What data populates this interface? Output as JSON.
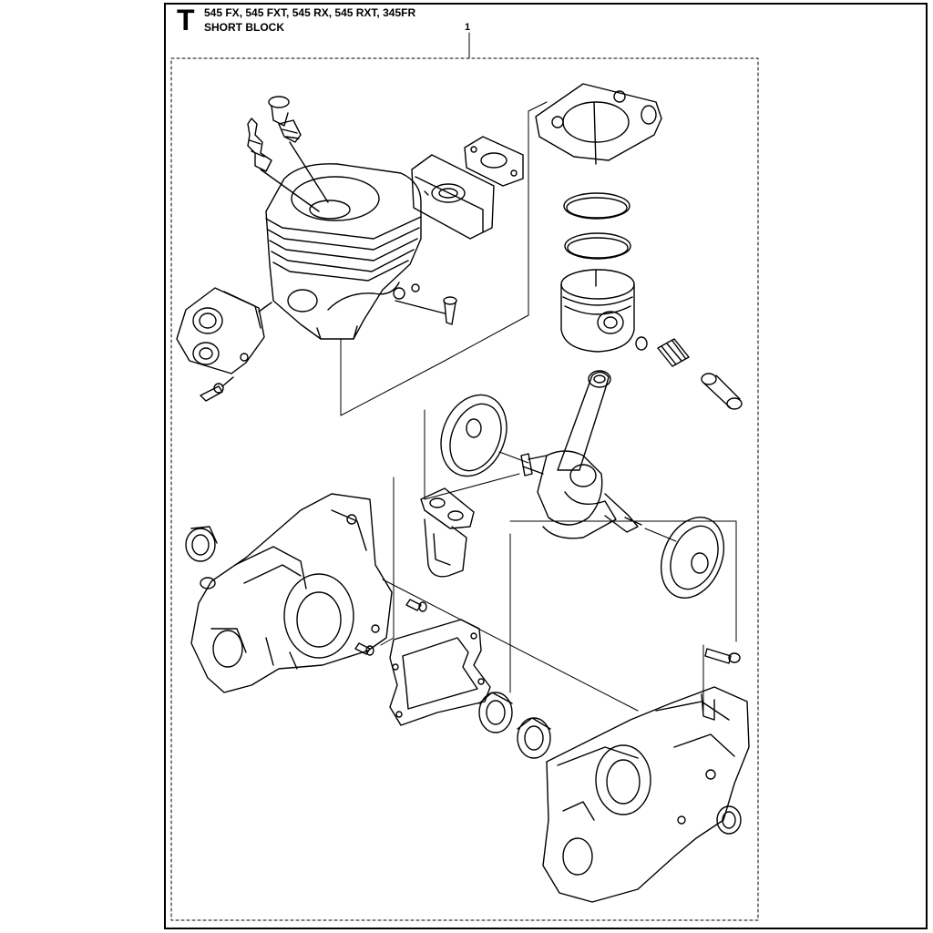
{
  "header": {
    "section_letter": "T",
    "models": "545 FX, 545 FXT, 545 RX, 545 RXT, 345FR",
    "subtitle": "SHORT BLOCK"
  },
  "callouts": [
    {
      "label": "1"
    }
  ]
}
